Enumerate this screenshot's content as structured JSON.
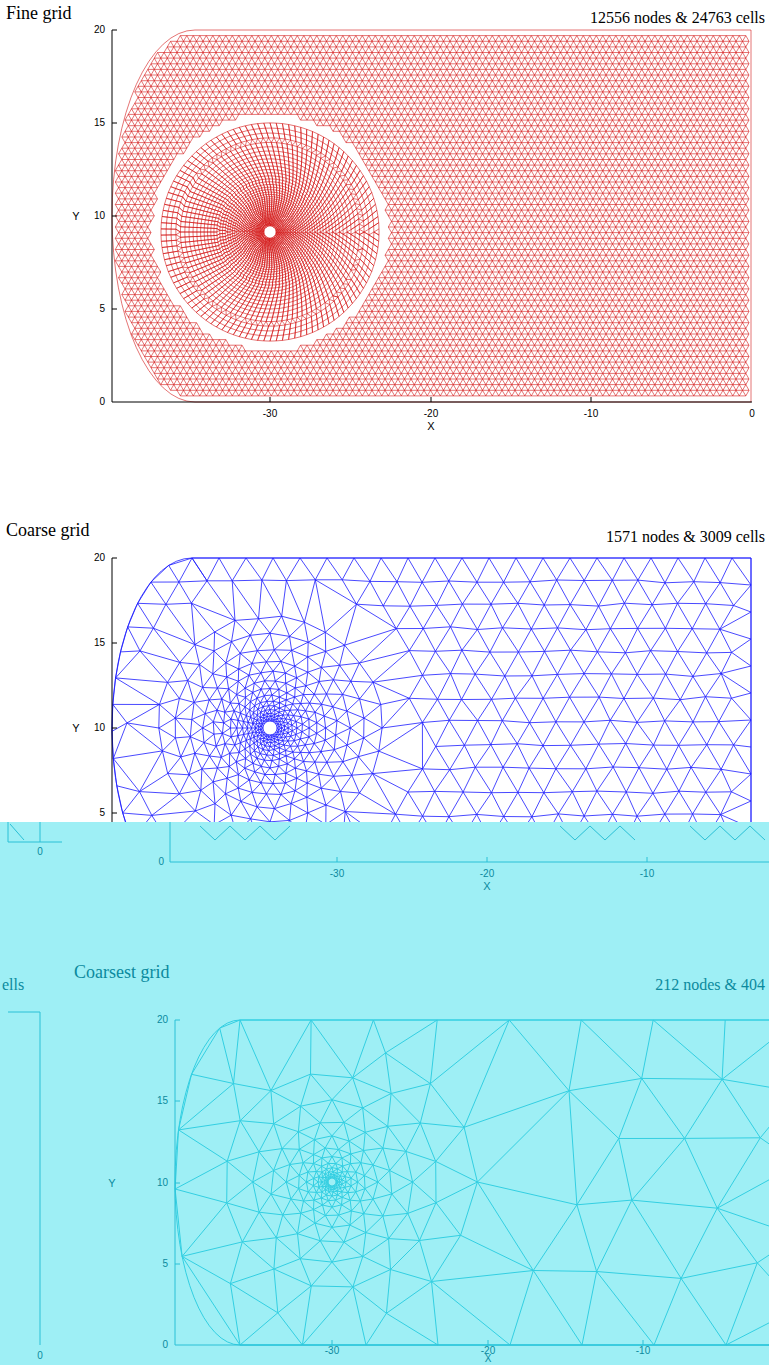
{
  "diagram": {
    "labels": [
      "Fine grid",
      "12556 nodes & 24763 cells",
      "20",
      "15",
      "10",
      "5",
      "0",
      "Y",
      "-30",
      "-20",
      "-10",
      "0",
      "X",
      "Coarse grid",
      "1571 nodes & 3009 cells",
      "20",
      "15",
      "10",
      "5",
      "Y",
      "0",
      "0",
      "-30",
      "-20",
      "-10",
      "X",
      "Coarsest grid",
      "212 nodes & 404",
      "ells",
      "20",
      "15",
      "10",
      "5",
      "0",
      "Y",
      "-30",
      "-20",
      "-10",
      "X",
      "0"
    ]
  }
}
